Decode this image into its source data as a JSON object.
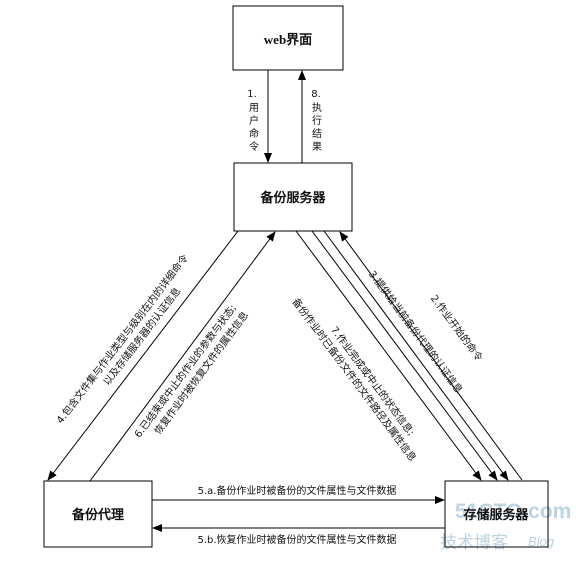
{
  "nodes": {
    "web": "web界面",
    "backup_server": "备份服务器",
    "backup_agent": "备份代理",
    "storage_server": "存储服务器"
  },
  "edges": {
    "e1": [
      "1.",
      "用",
      "户",
      "命",
      "令"
    ],
    "e8": [
      "8.",
      "执",
      "行",
      "结",
      "果"
    ],
    "e4_line1": "4.包含文件集与作业类型与级别在内的详细命令",
    "e4_line2": "以及存储服务器的认证信息",
    "e6_line1": "6.已结束或中止的作业的参数与状态;",
    "e6_line2": "恢复作业时被恢复文件的属性信息",
    "e2": "2.作业开始的命令",
    "e3": "3.提供给当前备份代理的认证信息",
    "e7_line1": "7.作业完成或中止的状态信息;",
    "e7_line2": "备份作业时已备份文件的文件路径及属性信息",
    "e5a": "5.a.备份作业时被备份的文件属性与文件数据",
    "e5b": "5.b.恢复作业时被备份的文件属性与文件数据"
  },
  "watermark": {
    "site": "51CTO.com",
    "blog_cn": "技术博客",
    "blog_en": "Blog"
  },
  "colors": {
    "line": "#000000",
    "watermark": "#bcd3e2"
  }
}
